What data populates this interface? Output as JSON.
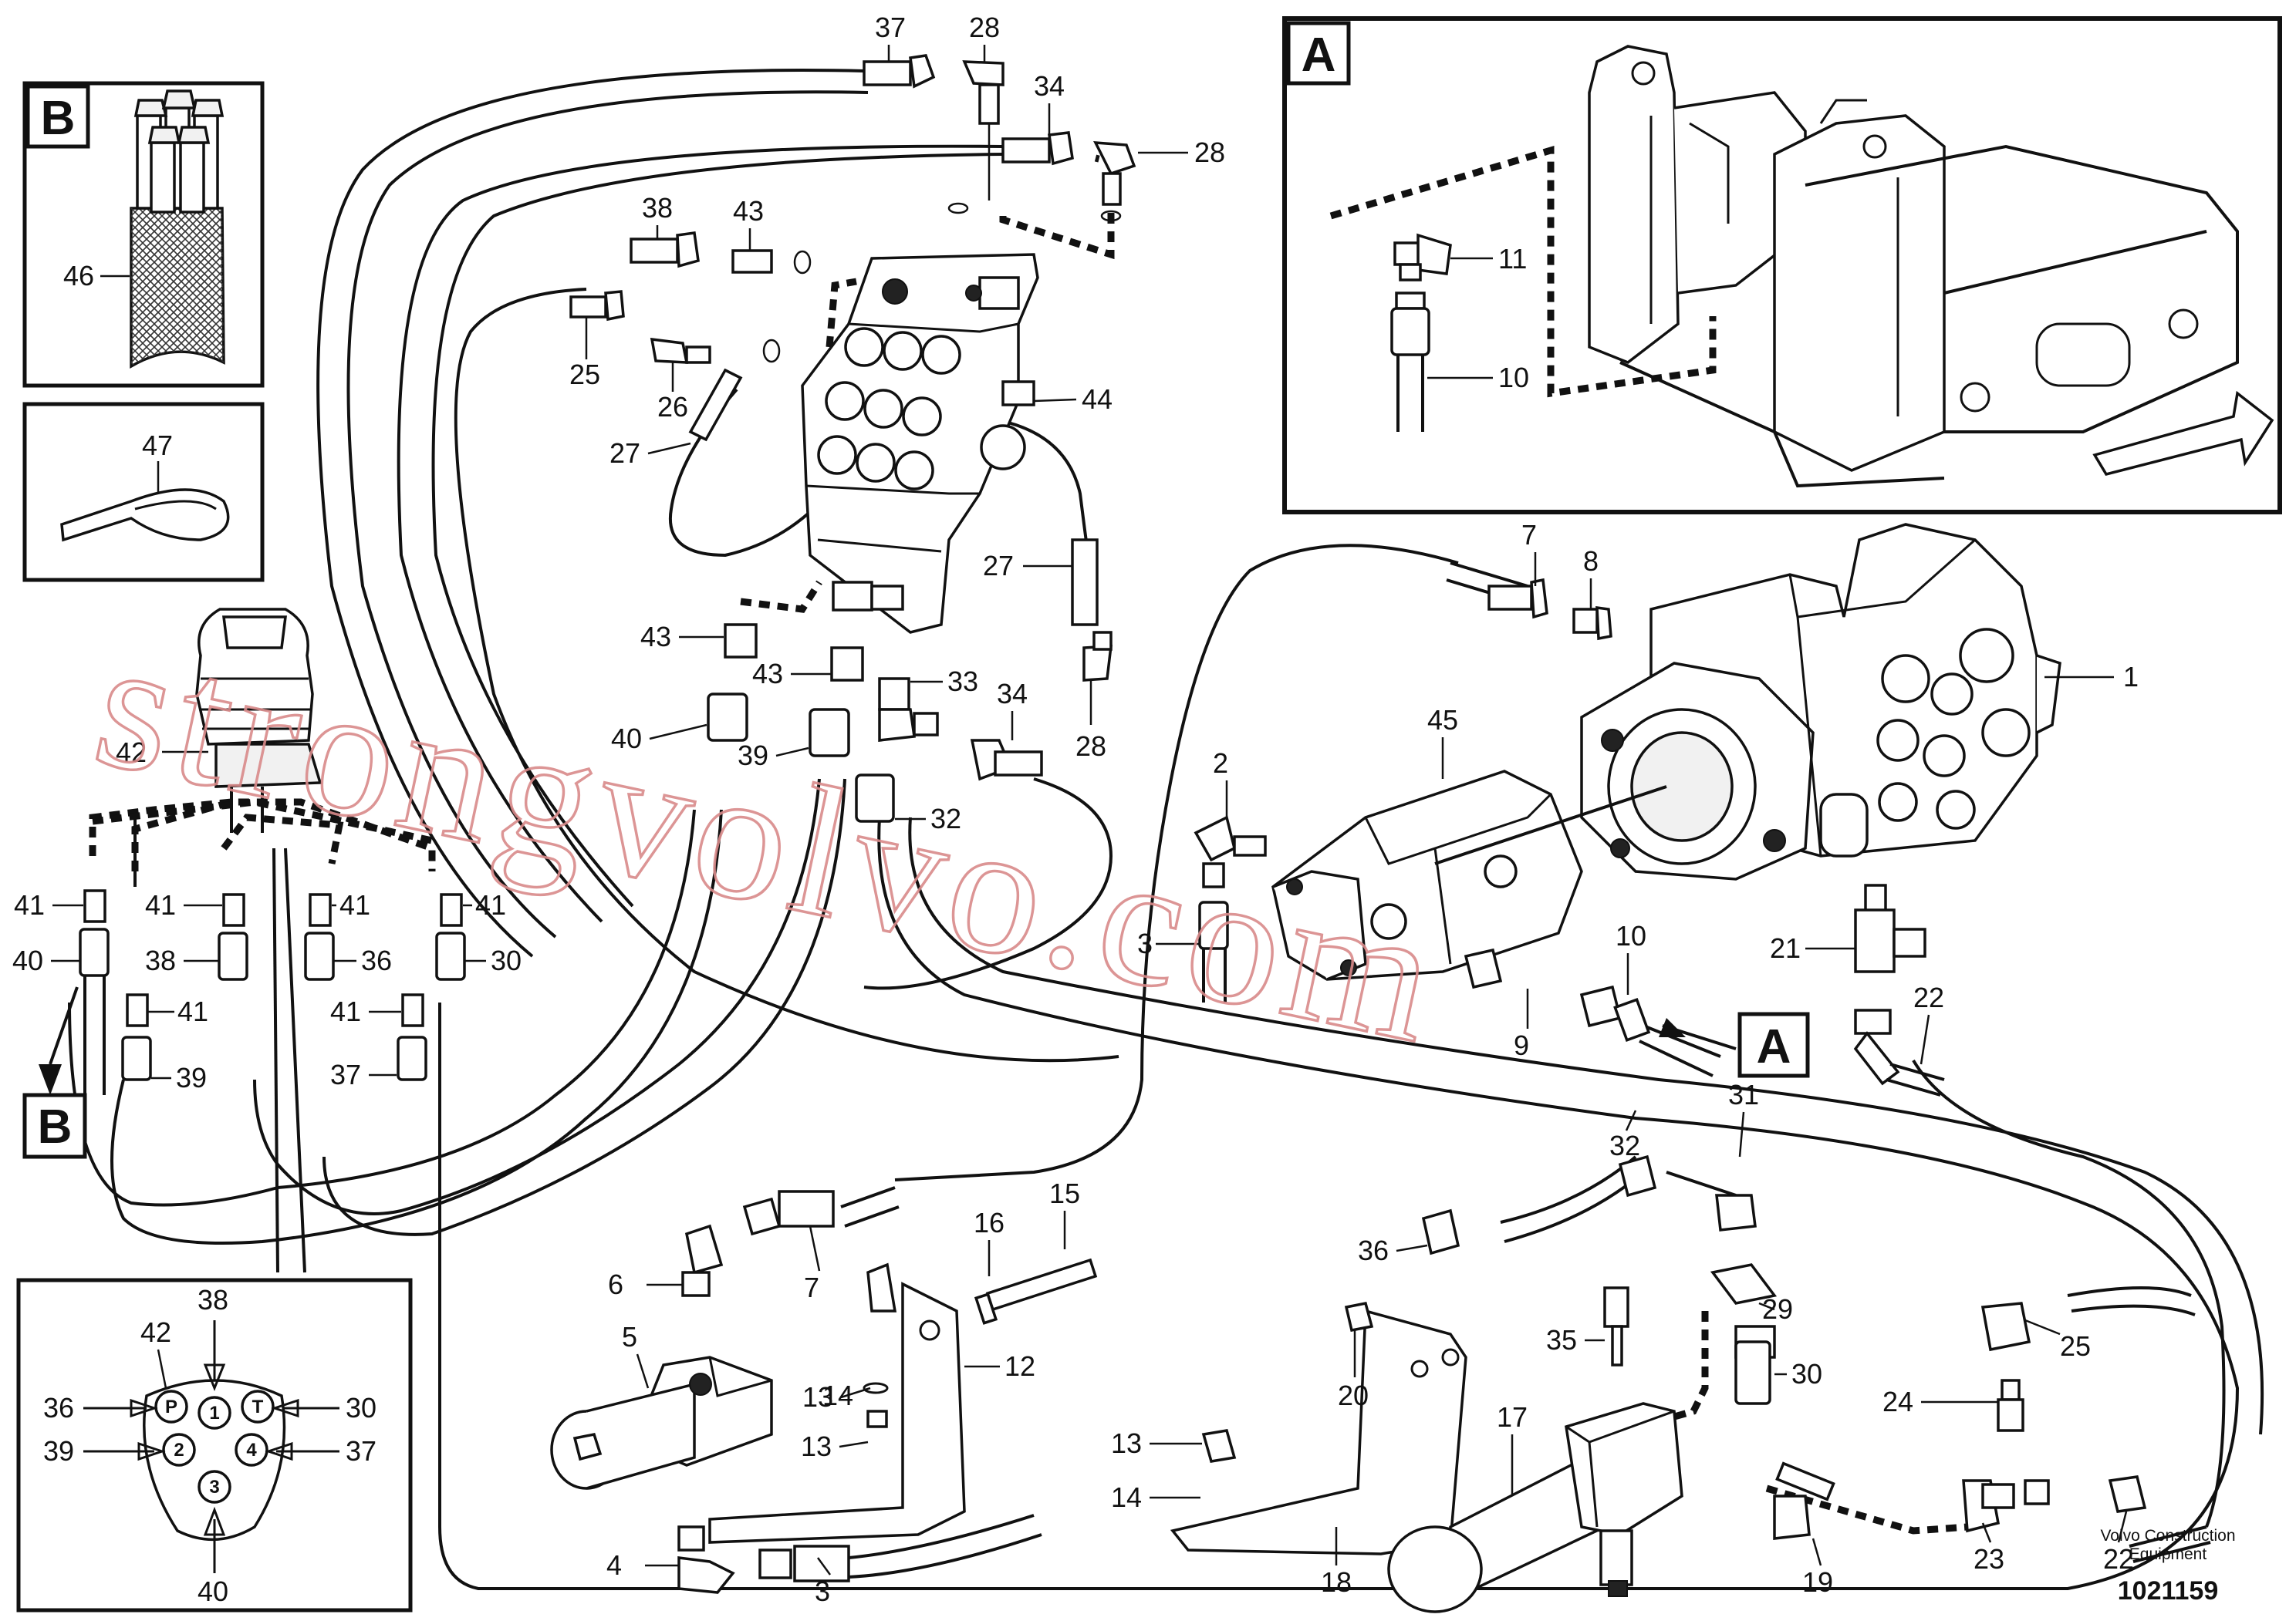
{
  "callouts": {
    "c1": "1",
    "c2": "2",
    "c3a": "3",
    "c3b": "3",
    "c4": "4",
    "c5": "5",
    "c6": "6",
    "c7a": "7",
    "c7b": "7",
    "c8": "8",
    "c9": "9",
    "c10a": "10",
    "c10b": "10",
    "c11": "11",
    "c12": "12",
    "c13a": "13",
    "c13b": "13",
    "c14a": "14",
    "c14b": "14",
    "c15": "15",
    "c16": "16",
    "c17": "17",
    "c18": "18",
    "c19": "19",
    "c20": "20",
    "c21": "21",
    "c22a": "22",
    "c22b": "22",
    "c23": "23",
    "c24": "24",
    "c25a": "25",
    "c25b": "25",
    "c26": "26",
    "c27a": "27",
    "c27b": "27",
    "c28a": "28",
    "c28b": "28",
    "c28c": "28",
    "c29": "29",
    "c30a": "30",
    "c30b": "30",
    "c30c": "30",
    "c31": "31",
    "c32a": "32",
    "c32b": "32",
    "c33": "33",
    "c34a": "34",
    "c34b": "34",
    "c35": "35",
    "c36a": "36",
    "c36b": "36",
    "c36c": "36",
    "c37a": "37",
    "c37b": "37",
    "c37c": "37",
    "c38a": "38",
    "c38b": "38",
    "c38c": "38",
    "c39a": "39",
    "c39b": "39",
    "c39c": "39",
    "c40a": "40",
    "c40b": "40",
    "c40c": "40",
    "c41a": "41",
    "c41b": "41",
    "c41c": "41",
    "c41d": "41",
    "c41e": "41",
    "c41f": "41",
    "c42a": "42",
    "c42b": "42",
    "c43a": "43",
    "c43b": "43",
    "c43c": "43",
    "c44": "44",
    "c45": "45",
    "c46": "46",
    "c47": "47"
  },
  "views": {
    "detail_a": "A",
    "detail_b": "B",
    "marker_a": "A",
    "marker_b": "B"
  },
  "pins": {
    "p": "P",
    "t": "T",
    "one": "1",
    "two": "2",
    "three": "3",
    "four": "4"
  },
  "watermark": "strongvolvo.com",
  "credit": {
    "line1": "Volvo Construction",
    "line2": "Equipment"
  },
  "doc_number": "1021159"
}
